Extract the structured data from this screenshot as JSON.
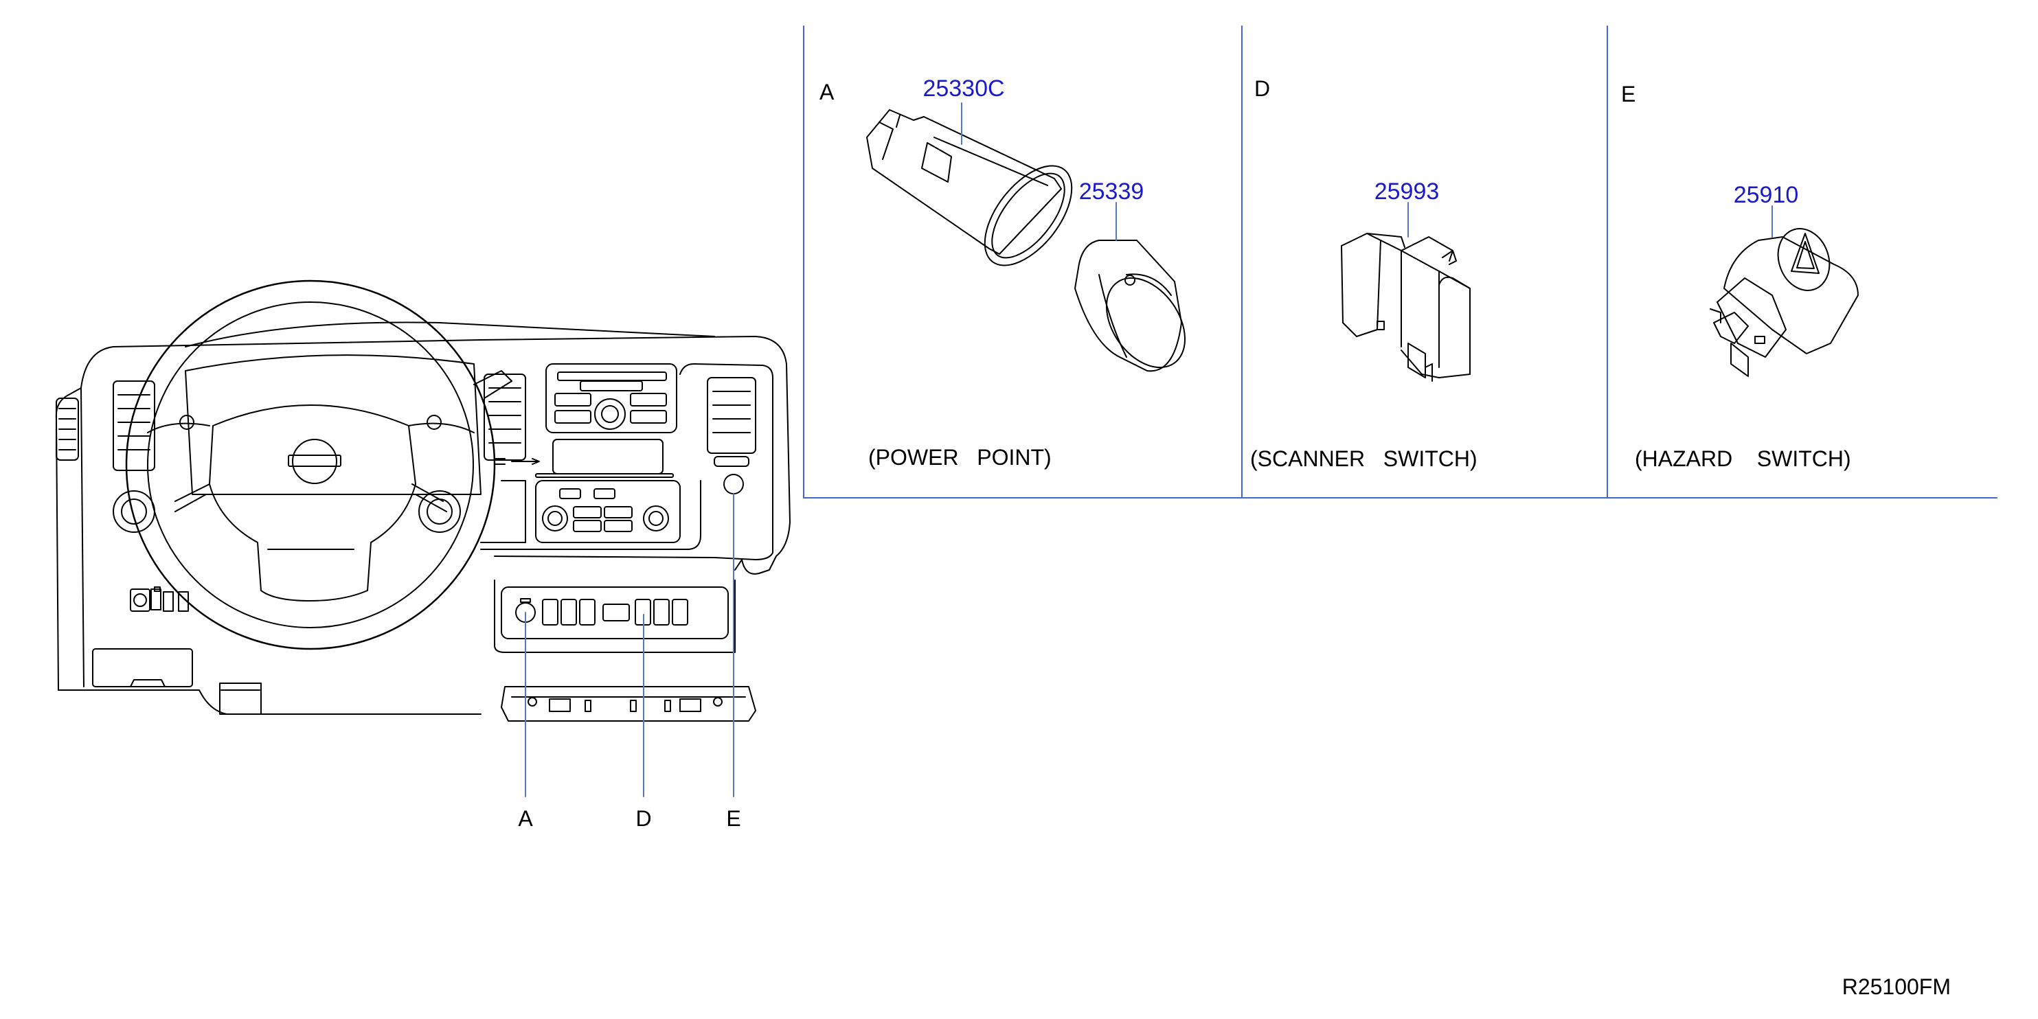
{
  "callouts": {
    "a": "A",
    "d": "D",
    "e": "E"
  },
  "sections": [
    {
      "letter": "A",
      "caption": "(POWER   POINT)",
      "parts": [
        "25330C",
        "25339"
      ]
    },
    {
      "letter": "D",
      "caption": "(SCANNER   SWITCH)",
      "parts": [
        "25993"
      ]
    },
    {
      "letter": "E",
      "caption": "(HAZARD    SWITCH)",
      "parts": [
        "25910"
      ]
    }
  ],
  "diagram_code": "R25100FM",
  "colors": {
    "line": "#000000",
    "part_number": "#1a1acc",
    "divider": "#4466cc",
    "leader": "#5577bb"
  }
}
